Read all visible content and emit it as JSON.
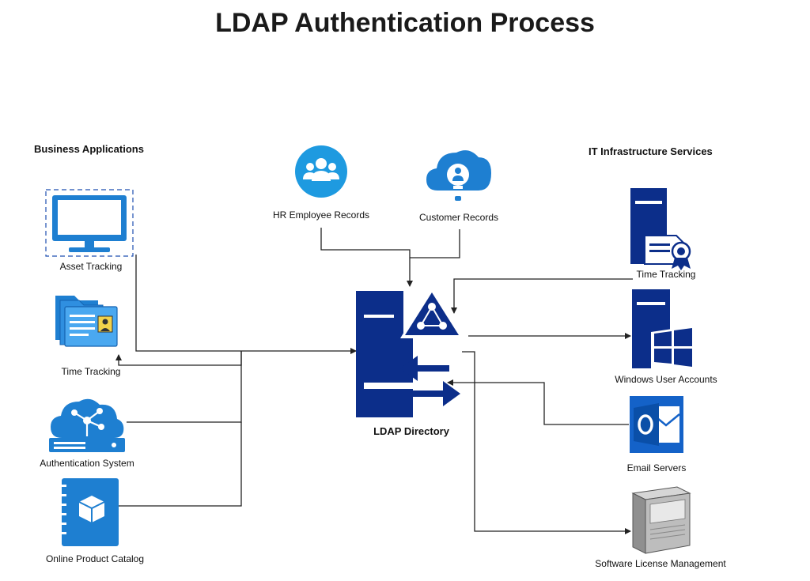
{
  "title": "LDAP Authentication Process",
  "colors": {
    "icon_blue": "#1e7fd1",
    "server_navy": "#0c2e8a",
    "connector": "#222222"
  },
  "groups": {
    "business_apps": "Business Applications",
    "it_services": "IT Infrastructure Services"
  },
  "left_nodes": [
    {
      "label": "Asset Tracking",
      "icon": "desktop-monitor-icon"
    },
    {
      "label": "Time Tracking",
      "icon": "folder-documents-icon"
    },
    {
      "label": "Authentication System",
      "icon": "cloud-network-icon"
    },
    {
      "label": "Online Product Catalog",
      "icon": "notebook-box-icon"
    }
  ],
  "top_nodes": [
    {
      "label": "HR Employee Records",
      "icon": "people-group-icon"
    },
    {
      "label": "Customer Records",
      "icon": "cloud-lightbulb-icon"
    }
  ],
  "center_node": {
    "label": "LDAP Directory",
    "icon": "ldap-server-icon"
  },
  "right_nodes": [
    {
      "label": "Time Tracking",
      "icon": "server-certificate-icon"
    },
    {
      "label": "Windows User Accounts",
      "icon": "server-windows-icon"
    },
    {
      "label": "Email Servers",
      "icon": "outlook-icon"
    },
    {
      "label": "Software License Management",
      "icon": "tower-server-icon"
    }
  ]
}
